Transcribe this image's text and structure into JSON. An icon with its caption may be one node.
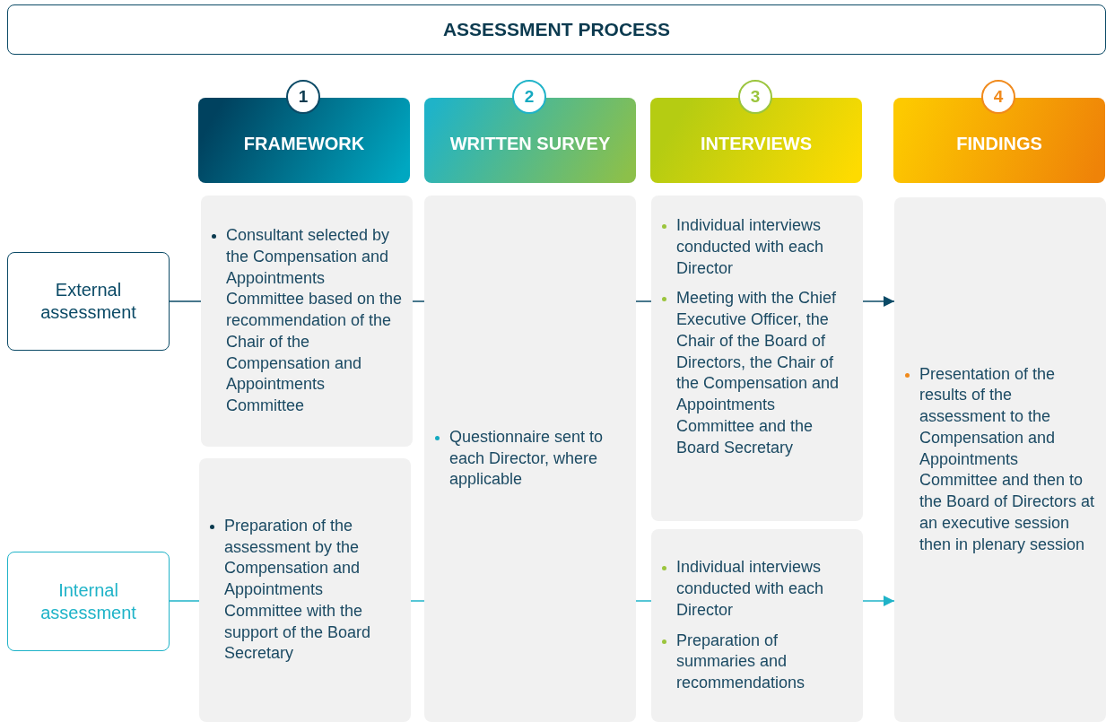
{
  "diagram": {
    "title": "ASSESSMENT PROCESS",
    "nodes": [
      {
        "text": [
          "1"
        ]
      },
      {
        "text": [
          "FRAMEWORK"
        ]
      },
      {
        "text": [
          "2"
        ]
      },
      {
        "text": [
          "WRITTEN SURVEY"
        ]
      },
      {
        "text": [
          "3"
        ]
      },
      {
        "text": [
          "INTERVIEWS"
        ]
      },
      {
        "text": [
          "4"
        ]
      },
      {
        "text": [
          "FINDINGS"
        ]
      },
      {
        "text": [
          "External assessment"
        ]
      },
      {
        "text": [
          "Consultant selected by the Compensation and Appointments Committee based on the recommendation of the Chair of the Compensation and Appointments Committee"
        ]
      },
      {
        "text": [
          "Questionnaire sent to each Director, where applicable"
        ]
      },
      {
        "text": [
          "Individual interviews conducted with each Director",
          "Meeting with the Chief Executive Officer, the Chair of the Board of Directors, the Chair of the Compensation and Appointments Committee and the Board Secretary"
        ]
      },
      {
        "text": [
          "Presentation of the results of the assessment to the Compensation and Appointments Committee and then to the Board of Directors at an executive session then in plenary session"
        ]
      },
      {
        "text": [
          "Internal assessment"
        ]
      },
      {
        "text": [
          "Preparation of the assessment by the Compensation and Appointments Committee with the support of the Board Secretary"
        ]
      },
      {
        "text": [
          "Individual interviews conducted with each Director",
          "Preparation of summaries and recommendations"
        ]
      }
    ],
    "edges": [
      {
        "from": 8,
        "to": 9,
        "arrow": "none"
      },
      {
        "from": 9,
        "to": 10,
        "arrow": "none"
      },
      {
        "from": 10,
        "to": 11,
        "arrow": "none"
      },
      {
        "from": 11,
        "to": 12,
        "arrow": "to"
      },
      {
        "from": 13,
        "to": 14,
        "arrow": "none",
        "color": "#1fb3c8"
      },
      {
        "from": 14,
        "to": 10,
        "arrow": "none",
        "color": "#1fb3c8"
      },
      {
        "from": 10,
        "to": 15,
        "arrow": "none",
        "color": "#1fb3c8"
      },
      {
        "from": 15,
        "to": 12,
        "arrow": "to",
        "color": "#1fb3c8"
      }
    ]
  }
}
